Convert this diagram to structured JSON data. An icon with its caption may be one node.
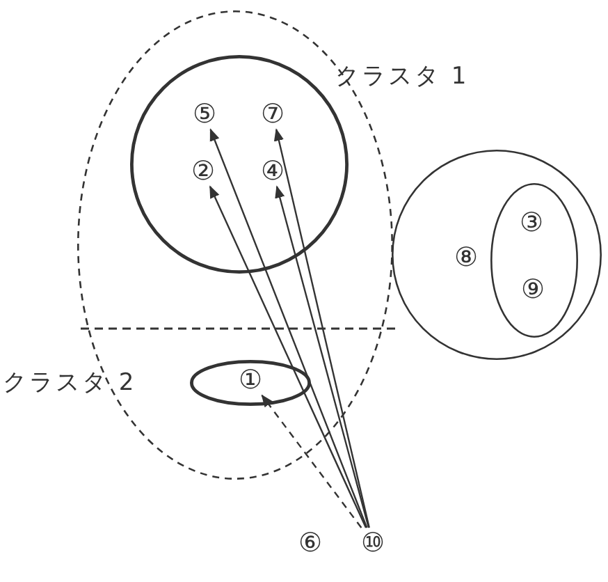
{
  "diagram": {
    "nodes": [
      {
        "text": [],
        "shape": "ellipse"
      },
      {
        "text": [
          "クラスタ 1"
        ],
        "in": 0
      },
      {
        "text": [
          "⑤"
        ],
        "in": 1
      },
      {
        "text": [
          "⑦"
        ],
        "in": 1
      },
      {
        "text": [
          "②"
        ],
        "in": 1
      },
      {
        "text": [
          "④"
        ],
        "in": 1
      },
      {
        "text": [
          "クラスタ 2"
        ],
        "in": 0
      },
      {
        "text": [
          "①"
        ],
        "in": 6
      },
      {
        "text": [],
        "shape": "circle"
      },
      {
        "text": [
          "⑧"
        ],
        "in": 8
      },
      {
        "text": [],
        "shape": "ellipse",
        "in": 8
      },
      {
        "text": [
          "③"
        ],
        "in": 10
      },
      {
        "text": [
          "⑨"
        ],
        "in": 10
      },
      {
        "text": [
          "⑥"
        ]
      },
      {
        "text": [
          "⑩"
        ]
      }
    ],
    "edges": [
      {
        "from": 14,
        "to": 2,
        "arrow": "to"
      },
      {
        "from": 14,
        "to": 4,
        "arrow": "to"
      },
      {
        "from": 14,
        "to": 5,
        "arrow": "to"
      },
      {
        "from": 14,
        "to": 3,
        "arrow": "to"
      },
      {
        "from": 14,
        "to": 7,
        "arrow": "to",
        "style": "dashed"
      }
    ]
  }
}
